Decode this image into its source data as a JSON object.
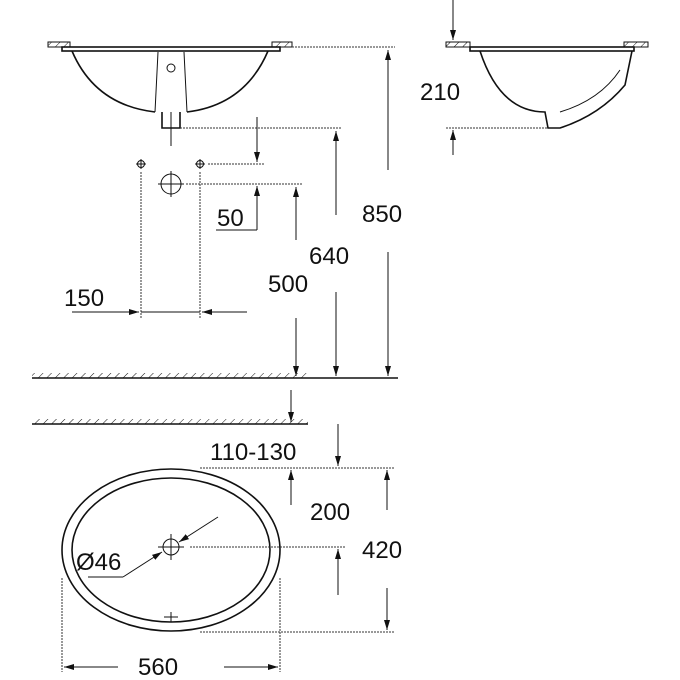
{
  "dimensions": {
    "overall_height": "850",
    "drain_height": "640",
    "waste_height": "500",
    "waste_offset": "50",
    "tap_spacing": "150",
    "basin_depth": "210",
    "counter_thickness": "110-130",
    "drain_from_front": "200",
    "basin_depth_plan": "420",
    "drain_diameter": "Ø46",
    "basin_width": "560"
  },
  "colors": {
    "line": "#111111",
    "background": "#ffffff"
  }
}
